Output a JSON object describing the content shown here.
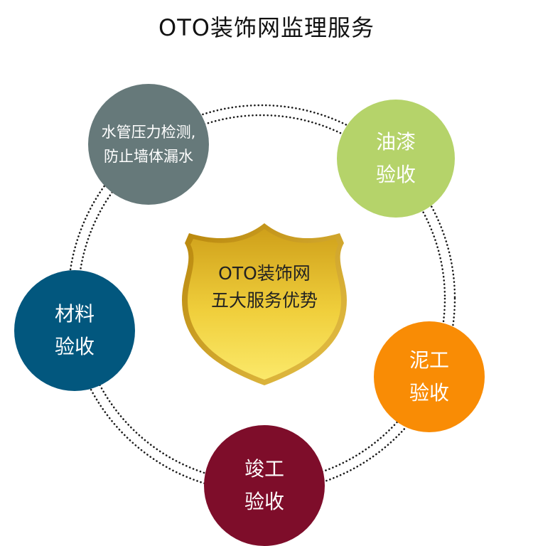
{
  "title": "OTO装饰网监理服务",
  "center": {
    "line1": "OTO装饰网",
    "line2": "五大服务优势"
  },
  "nodes": {
    "water": {
      "line1": "水管压力检测,",
      "line2": "防止墙体漏水",
      "color": "#66797a"
    },
    "paint": {
      "line1": "油漆",
      "line2": "验收",
      "color": "#b5d36a"
    },
    "mason": {
      "line1": "泥工",
      "line2": "验收",
      "color": "#f98c05"
    },
    "final": {
      "line1": "竣工",
      "line2": "验收",
      "color": "#7e0d2a"
    },
    "material": {
      "line1": "材料",
      "line2": "验收",
      "color": "#02577e"
    }
  },
  "colors": {
    "shield_top": "#cfa01a",
    "shield_bottom": "#fbe96a"
  }
}
